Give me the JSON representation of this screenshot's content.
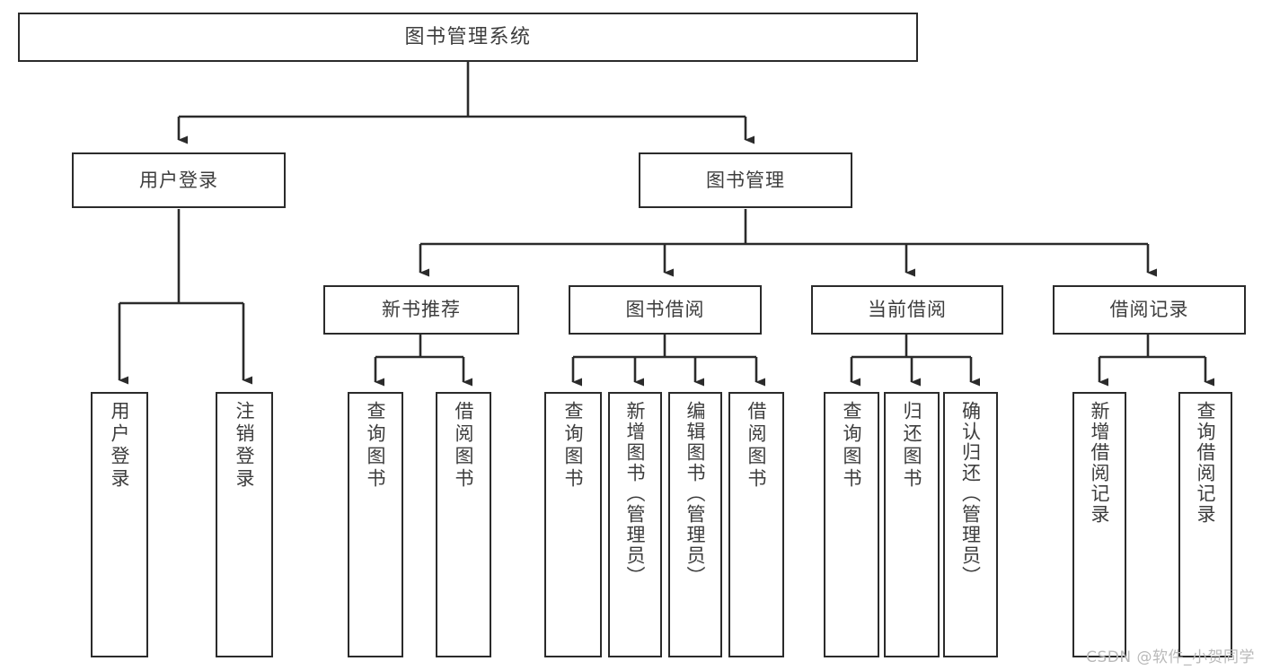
{
  "diagram": {
    "title": "图书管理系统",
    "type": "tree",
    "watermark": "CSDN @软件_小贺同学",
    "stroke_color": "#2b2b2b",
    "text_color": "#3d3d3d",
    "background_color": "#ffffff",
    "nodes": {
      "root": {
        "label": "图书管理系统"
      },
      "level2": [
        {
          "label": "用户登录"
        },
        {
          "label": "图书管理"
        }
      ],
      "level3": [
        {
          "label": "新书推荐"
        },
        {
          "label": "图书借阅"
        },
        {
          "label": "当前借阅"
        },
        {
          "label": "借阅记录"
        }
      ],
      "leaves_user_login": [
        {
          "label": "用户登录"
        },
        {
          "label": "注销登录"
        }
      ],
      "leaves_new_book": [
        {
          "label": "查询图书"
        },
        {
          "label": "借阅图书"
        }
      ],
      "leaves_borrow": [
        {
          "label": "查询图书"
        },
        {
          "label": "新增图书（管理员）"
        },
        {
          "label": "编辑图书（管理员）"
        },
        {
          "label": "借阅图书"
        }
      ],
      "leaves_current": [
        {
          "label": "查询图书"
        },
        {
          "label": "归还图书"
        },
        {
          "label": "确认归还（管理员）"
        }
      ],
      "leaves_records": [
        {
          "label": "新增借阅记录"
        },
        {
          "label": "查询借阅记录"
        }
      ]
    }
  }
}
